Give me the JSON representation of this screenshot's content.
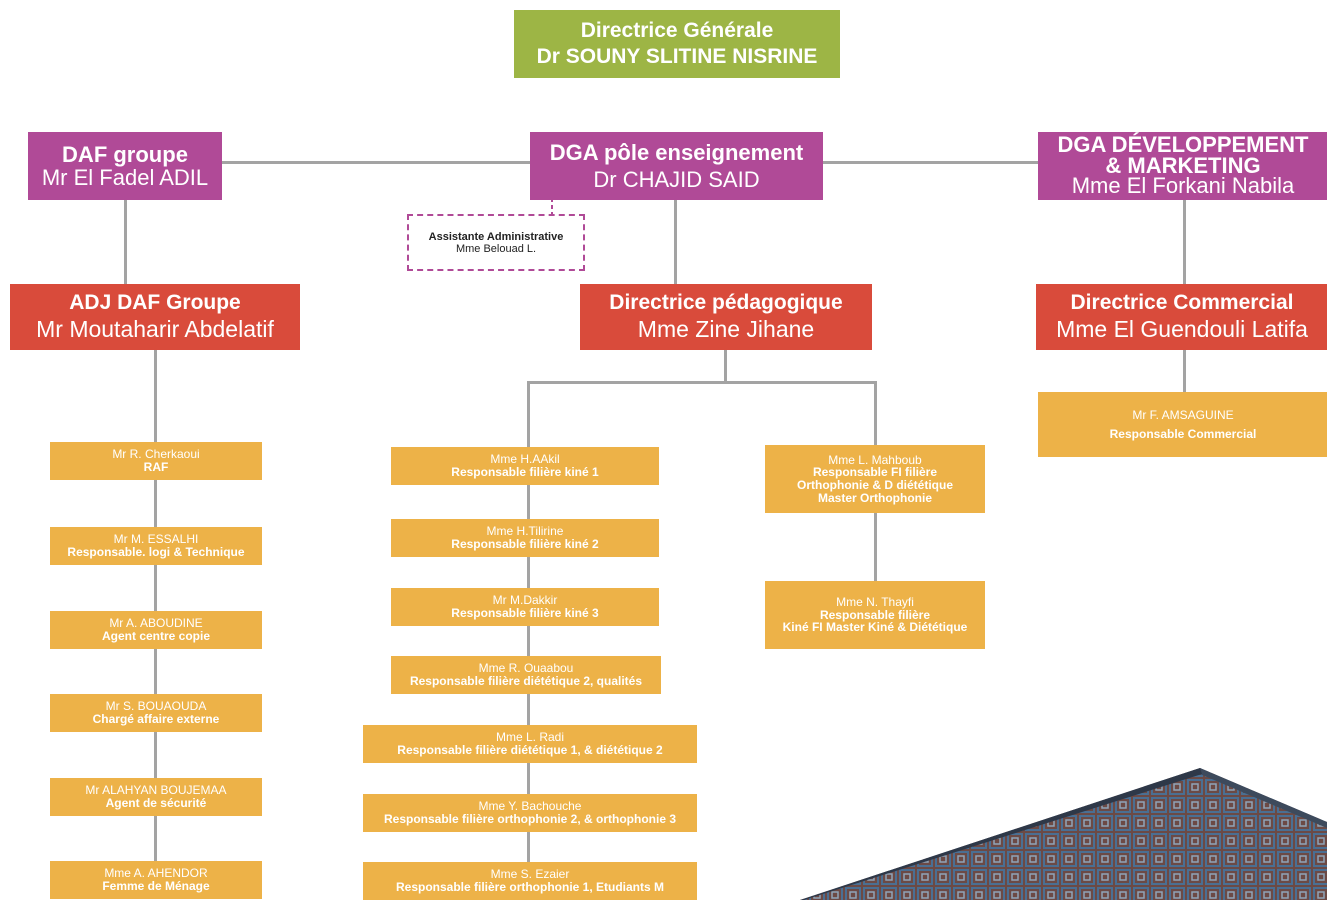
{
  "ceo": {
    "title": "Directrice Générale",
    "name": "Dr SOUNY SLITINE NISRINE"
  },
  "daf": {
    "title": "DAF groupe",
    "name": "Mr El Fadel ADIL"
  },
  "dga_ens": {
    "title": "DGA pôle enseignement",
    "name": "Dr CHAJID SAID"
  },
  "dga_dev": {
    "title_line1": "DGA DÉVELOPPEMENT",
    "title_line2": "& MARKETING",
    "name": "Mme El Forkani Nabila"
  },
  "assistant": {
    "title": "Assistante Administrative",
    "name": "Mme Belouad L."
  },
  "adj_daf": {
    "title": "ADJ DAF Groupe",
    "name": "Mr Moutaharir Abdelatif"
  },
  "dir_peda": {
    "title": "Directrice pédagogique",
    "name": "Mme Zine Jihane"
  },
  "dir_com": {
    "title": "Directrice Commercial",
    "name": "Mme El Guendouli Latifa"
  },
  "left_col": [
    {
      "name": "Mr R. Cherkaoui",
      "role": "RAF"
    },
    {
      "name": "Mr M. ESSALHI",
      "role": "Responsable. logi & Technique"
    },
    {
      "name": "Mr A. ABOUDINE",
      "role": "Agent centre copie"
    },
    {
      "name": "Mr S. BOUAOUDA",
      "role": "Chargé affaire externe"
    },
    {
      "name": "Mr ALAHYAN BOUJEMAA",
      "role": "Agent de sécurité"
    },
    {
      "name": "Mme A. AHENDOR",
      "role": "Femme de Ménage"
    }
  ],
  "mid_col": [
    {
      "name": "Mme H.AAkil",
      "role": "Responsable filière kiné 1"
    },
    {
      "name": "Mme H.Tilirine",
      "role": "Responsable filière kiné 2"
    },
    {
      "name": "Mr M.Dakkir",
      "role": "Responsable filière kiné 3"
    },
    {
      "name": "Mme R. Ouaabou",
      "role": "Responsable filière diététique 2, qualités"
    },
    {
      "name": "Mme L. Radi",
      "role": "Responsable filière diététique 1, & diététique 2"
    },
    {
      "name": "Mme Y. Bachouche",
      "role": "Responsable filière orthophonie 2, & orthophonie 3"
    },
    {
      "name": "Mme S. Ezaier",
      "role": "Responsable filière orthophonie 1, Etudiants M"
    }
  ],
  "right_mid_col": [
    {
      "name": "Mme L. Mahboub",
      "role1": "Responsable FI filière",
      "role2": "Orthophonie & D diététique",
      "role3": "Master Orthophonie"
    },
    {
      "name": "Mme N. Thayfi",
      "role1": "Responsable filière",
      "role2": "Kiné FI Master Kiné & Diététique"
    }
  ],
  "com_col": [
    {
      "name": "Mr F. AMSAGUINE",
      "role": "Responsable  Commercial"
    }
  ],
  "colors": {
    "green": "#9db545",
    "purple": "#b04a97",
    "red": "#d94b3b",
    "gold": "#edb248",
    "connector": "#a3a3a3"
  }
}
